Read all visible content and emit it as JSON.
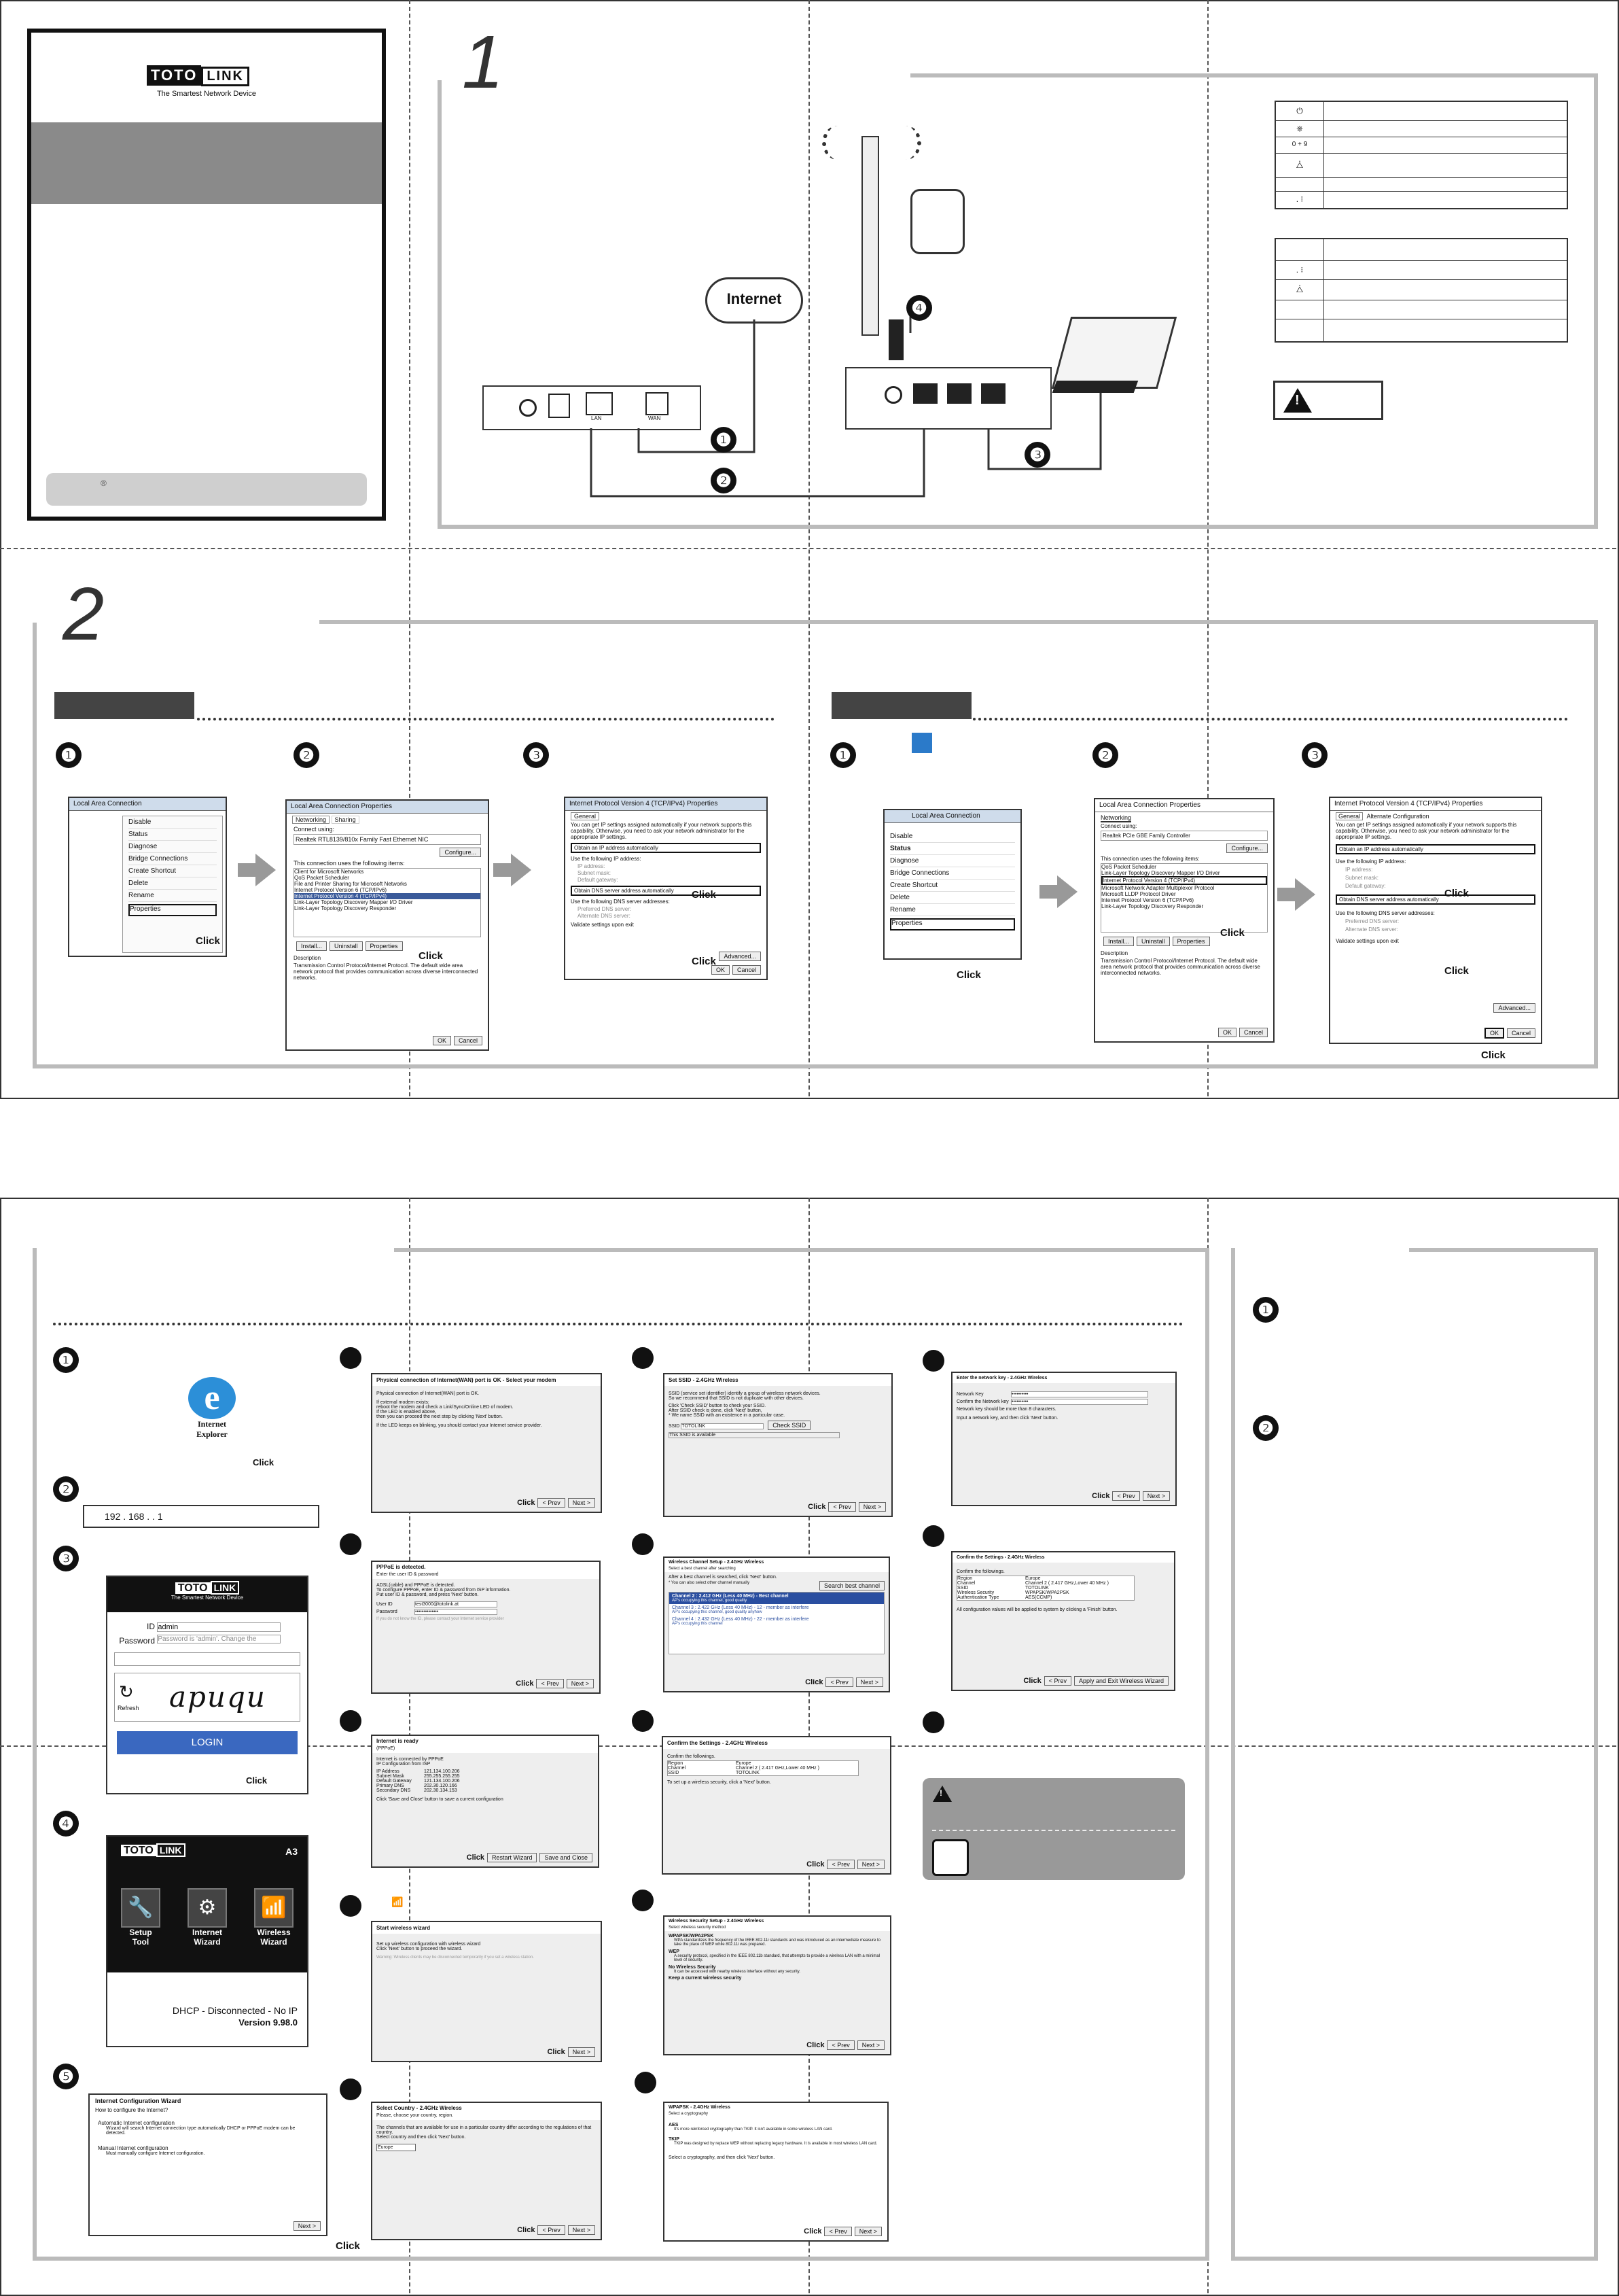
{
  "cover": {
    "brand_left": "TOTO",
    "brand_right": "LINK",
    "tagline": "The Smartest Network Device",
    "footer_mark": "®"
  },
  "section1": {
    "number": "1",
    "internet_label": "Internet",
    "markers": [
      "❶",
      "❷",
      "❸",
      "❹"
    ],
    "router_back_labels": [
      "LAN",
      "WAN"
    ],
    "hw_table1_icons": [
      "⏻",
      "⎈",
      "0 + 9",
      "⧊",
      "",
      ". ⁝"
    ],
    "hw_table2_icons": [
      "",
      ". ⁝",
      "⧊",
      "",
      ""
    ],
    "warning_icon": "!"
  },
  "section2": {
    "number": "2",
    "win7": {
      "steps": [
        "❶",
        "❷",
        "❸"
      ],
      "shot1": {
        "title": "Local Area Connection",
        "items": [
          "Disable",
          "Status",
          "Diagnose",
          "Bridge Connections",
          "Create Shortcut",
          "Delete",
          "Rename",
          "Properties"
        ],
        "click": "Click"
      },
      "shot2": {
        "title": "Local Area Connection Properties",
        "tabs": [
          "Networking",
          "Sharing"
        ],
        "connect_using": "Connect using:",
        "adapter": "Realtek RTL8139/810x Family Fast Ethernet NIC",
        "configure": "Configure...",
        "items_label": "This connection uses the following items:",
        "items": [
          "Client for Microsoft Networks",
          "QoS Packet Scheduler",
          "File and Printer Sharing for Microsoft Networks",
          "Internet Protocol Version 6 (TCP/IPv6)",
          "Internet Protocol Version 4 (TCP/IPv4)",
          "Link-Layer Topology Discovery Mapper I/O Driver",
          "Link-Layer Topology Discovery Responder"
        ],
        "buttons": [
          "Install...",
          "Uninstall",
          "Properties"
        ],
        "description_label": "Description",
        "description": "Transmission Control Protocol/Internet Protocol. The default wide area network protocol that provides communication across diverse interconnected networks.",
        "ok": "OK",
        "cancel": "Cancel",
        "click": "Click"
      },
      "shot3": {
        "title": "Internet Protocol Version 4 (TCP/IPv4) Properties",
        "tab": "General",
        "intro": "You can get IP settings assigned automatically if your network supports this capability. Otherwise, you need to ask your network administrator for the appropriate IP settings.",
        "opt1": "Obtain an IP address automatically",
        "opt2": "Use the following IP address:",
        "fields": [
          "IP address:",
          "Subnet mask:",
          "Default gateway:"
        ],
        "opt3": "Obtain DNS server address automatically",
        "opt4": "Use the following DNS server addresses:",
        "dns_fields": [
          "Preferred DNS server:",
          "Alternate DNS server:"
        ],
        "validate": "Validate settings upon exit",
        "advanced": "Advanced...",
        "ok": "OK",
        "cancel": "Cancel",
        "click1": "Click",
        "click2": "Click"
      }
    },
    "win10": {
      "steps": [
        "❶",
        "❷",
        "❸"
      ],
      "shot1": {
        "title": "Local Area Connection",
        "items": [
          "Disable",
          "Status",
          "Diagnose",
          "Bridge Connections",
          "Create Shortcut",
          "Delete",
          "Rename",
          "Properties"
        ],
        "click": "Click"
      },
      "shot2": {
        "title": "Local Area Connection Properties",
        "tab": "Networking",
        "connect_using": "Connect using:",
        "adapter": "Realtek PCIe GBE Family Controller",
        "configure": "Configure...",
        "items_label": "This connection uses the following items:",
        "items": [
          "QoS Packet Scheduler",
          "Link-Layer Topology Discovery Mapper I/O Driver",
          "Internet Protocol Version 4 (TCP/IPv4)",
          "Microsoft Network Adapter Multiplexor Protocol",
          "Microsoft LLDP Protocol Driver",
          "Internet Protocol Version 6 (TCP/IPv6)",
          "Link-Layer Topology Discovery Responder"
        ],
        "buttons": [
          "Install...",
          "Uninstall",
          "Properties"
        ],
        "description_label": "Description",
        "description": "Transmission Control Protocol/Internet Protocol. The default wide area network protocol that provides communication across diverse interconnected networks.",
        "ok": "OK",
        "cancel": "Cancel",
        "click": "Click"
      },
      "shot3": {
        "title": "Internet Protocol Version 4 (TCP/IPv4) Properties",
        "tabs": [
          "General",
          "Alternate Configuration"
        ],
        "intro": "You can get IP settings assigned automatically if your network supports this capability. Otherwise, you need to ask your network administrator for the appropriate IP settings.",
        "opt1": "Obtain an IP address automatically",
        "opt2": "Use the following IP address:",
        "fields": [
          "IP address:",
          "Subnet mask:",
          "Default gateway:"
        ],
        "opt3": "Obtain DNS server address automatically",
        "opt4": "Use the following DNS server addresses:",
        "dns_fields": [
          "Preferred DNS server:",
          "Alternate DNS server:"
        ],
        "validate": "Validate settings upon exit",
        "advanced": "Advanced...",
        "ok": "OK",
        "cancel": "Cancel",
        "click1": "Click",
        "click2": "Click",
        "click3": "Click"
      }
    }
  },
  "page2": {
    "left_steps": {
      "step1": {
        "num": "❶",
        "ie_label_line1": "Internet",
        "ie_label_line2": "Explorer",
        "click": "Click"
      },
      "step2": {
        "num": "❷",
        "address": "192 . 168 . . 1"
      },
      "step3": {
        "num": "❸",
        "brand_left": "TOTO",
        "brand_right": "LINK",
        "tagline": "The Smartest Network Device",
        "id_label": "ID",
        "id_value": "admin",
        "pw_label": "Password",
        "pw_placeholder": "Password is 'admin'. Change the",
        "refresh": "Refresh",
        "captcha": "apuqu",
        "login": "LOGIN",
        "click": "Click"
      },
      "step4": {
        "num": "❹",
        "brand_left": "TOTO",
        "brand_right": "LINK",
        "model": "A3",
        "tiles": [
          {
            "l1": "Setup",
            "l2": "Tool"
          },
          {
            "l1": "Internet",
            "l2": "Wizard"
          },
          {
            "l1": "Wireless",
            "l2": "Wizard"
          }
        ],
        "status": "DHCP - Disconnected - No IP",
        "version": "Version 9.98.0"
      },
      "step5": {
        "num": "❺",
        "title": "Internet Configuration Wizard",
        "subtitle": "How to configure the Internet?",
        "opt1": "Automatic Internet configuration",
        "opt1_desc": "Wizard will search Internet connection type automatically DHCP or PPPoE modem can be detected.",
        "opt2": "Manual Internet configuration",
        "opt2_desc": "Must manually configure Internet configuration.",
        "next": "Next >",
        "click": "Click"
      }
    },
    "col2": [
      {
        "title": "Physical connection of Internet(WAN) port is OK - Select your modem",
        "lines": [
          "Physical connection of Internet(WAN) port is OK.",
          "If external modem exists:",
          "reboot the modem and check a Link/Sync/Online LED of modem.",
          "If the LED is enabled above,",
          "then you can proceed the next step by clicking 'Next' button.",
          "If the LED keeps on blinking, you should contact your Internet service provider."
        ],
        "buttons": [
          "< Prev",
          "Next >"
        ],
        "click": "Click"
      },
      {
        "title": "PPPoE is detected.",
        "subtitle": "Enter the user ID & password",
        "lines": [
          "ADSL(cable) and PPPoE is detected.",
          "To configure PPPoE, enter ID & password from ISP information.",
          "Put user ID & password, and press 'Next' button."
        ],
        "fields": [
          {
            "label": "User ID",
            "value": "test3000@totolink.at"
          },
          {
            "label": "Password",
            "value": "••••••••••••••"
          }
        ],
        "note": "If you do not know the ID, please contact your Internet service provider",
        "buttons": [
          "< Prev",
          "Next >"
        ],
        "click": "Click"
      },
      {
        "title": "Internet is ready",
        "subtitle": "(PPPoE)",
        "lines": [
          "Internet is connected by PPPoE",
          "IP Configuration from ISP"
        ],
        "kv": [
          [
            "IP Address",
            "121.134.100.206"
          ],
          [
            "Subnet Mask",
            "255.255.255.255"
          ],
          [
            "Default Gateway",
            "121.134.100.206"
          ],
          [
            "Primary DNS",
            "202.30.120.166"
          ],
          [
            "Secondary DNS",
            "202.30.134.153"
          ]
        ],
        "tail": "Click 'Save and Close' button to save a current configuration",
        "buttons": [
          "Restart Wizard",
          "Save and Close"
        ],
        "click": "Click"
      },
      {
        "title": "Start wireless wizard",
        "lines": [
          "Set up wireless configuration with wireless wizard",
          "Click 'Next' button to proceed the wizard.",
          "Warning: Wireless clients may be disconnected temporarily if you set a wireless station."
        ],
        "buttons": [
          "Next >"
        ],
        "click": "Click",
        "icon": "📶"
      },
      {
        "title": "Select Country - 2.4GHz Wireless",
        "subtitle": "Please, choose your country, region.",
        "lines": [
          "The channels that are available for use in a particular country differ according to the regulations of that country.",
          "Select country and then click 'Next' button."
        ],
        "select": "Europe",
        "buttons": [
          "< Prev",
          "Next >"
        ],
        "click": "Click"
      }
    ],
    "col3": [
      {
        "title": "Set SSID - 2.4GHz Wireless",
        "lines": [
          "SSID (service set identifier) identify a group of wireless network devices.",
          "So we recommend that SSID is not duplicate with other devices.",
          "Click 'Check SSID' button to check your SSID.",
          "After SSID check is done, click 'Next' button.",
          "* We name SSID with an existence in a particular case."
        ],
        "ssid_label": "SSID",
        "ssid_value": "TOTOLINK",
        "check": "Check SSID",
        "avail": "This SSID is available",
        "buttons": [
          "< Prev",
          "Next >"
        ],
        "click": "Click"
      },
      {
        "title": "Wireless Channel Setup - 2.4GHz Wireless",
        "subtitle": "Select a best channel after searching",
        "note": "After a best channel is searched, click 'Next' button.",
        "header": "* You can also select other channel manually",
        "search": "Search best channel",
        "rows": [
          {
            "name": "Channel 2 : 2.412 GHz (Less 40 MHz) - Best channel",
            "sub": "AP's occupying this channel, good quality",
            "sel": true
          },
          {
            "name": "Channel 3 : 2.422 GHz (Less 40 MHz) - 12 - member as interfere",
            "sub": "AP's occupying this channel, good quality anyhow",
            "sel": false
          },
          {
            "name": "Channel 4 : 2.432 GHz (Less 40 MHz) - 22 - member as interfere",
            "sub": "AP's occupying this channel",
            "sel": false
          }
        ],
        "buttons": [
          "< Prev",
          "Next >"
        ],
        "click": "Click"
      },
      {
        "title": "Confirm the Settings - 2.4GHz Wireless",
        "lines": [
          "Confirm the followings."
        ],
        "kv": [
          [
            "Region",
            "Europe"
          ],
          [
            "Channel",
            "Channel 2 ( 2.417 GHz,Lower 40 MHz )"
          ],
          [
            "SSID",
            "TOTOLINK"
          ]
        ],
        "tail": "To set up a wireless security, click a 'Next' button.",
        "buttons": [
          "< Prev",
          "Next >"
        ],
        "click": "Click"
      },
      {
        "title": "Wireless Security Setup - 2.4GHz Wireless",
        "subtitle": "Select wireless security method",
        "opts": [
          {
            "name": "WPAPSK/WPA2PSK",
            "desc": "WPA standardizes the frequency of the IEEE 802.11i standards and was introduced as an intermediate measure to take the place of WEP while 802.11i was prepared.",
            "sel": true
          },
          {
            "name": "WEP",
            "desc": "A security protocol, specified in the IEEE 802.11b standard, that attempts to provide a wireless LAN with a minimal level of security.",
            "sel": false
          },
          {
            "name": "No Wireless Security",
            "desc": "It can be accessed with nearby wireless interface without any security.",
            "sel": false
          },
          {
            "name": "Keep a current wireless security",
            "desc": "",
            "sel": false
          }
        ],
        "buttons": [
          "< Prev",
          "Next >"
        ],
        "click": "Click"
      },
      {
        "title": "WPAPSK - 2.4GHz Wireless",
        "subtitle": "Select a cryptography",
        "opts": [
          {
            "name": "AES",
            "desc": "It's more reinforced cryptography than TKIP. It isn't available in some wireless LAN card.",
            "sel": true
          },
          {
            "name": "TKIP",
            "desc": "TKIP was designed by replace WEP without replacing legacy hardware. It is available in most wireless LAN card.",
            "sel": false
          }
        ],
        "tail": "Select a cryptography, and then click 'Next' button.",
        "buttons": [
          "< Prev",
          "Next >"
        ],
        "click": "Click"
      }
    ],
    "col4": [
      {
        "title": "Enter the network key - 2.4GHz Wireless",
        "fields": [
          {
            "label": "Network Key",
            "value": "••••••••••"
          },
          {
            "label": "Confirm the Network key",
            "value": "••••••••••"
          }
        ],
        "lines": [
          "Network key should be more than 8 characters.",
          "Input a network key, and then click 'Next' button."
        ],
        "buttons": [
          "< Prev",
          "Next >"
        ],
        "click": "Click"
      },
      {
        "title": "Confirm the Settings - 2.4GHz Wireless",
        "lines": [
          "Confirm the followings."
        ],
        "kv": [
          [
            "Region",
            "Europe"
          ],
          [
            "Channel",
            "Channel 2 ( 2.417 GHz,Lower 40 MHz )"
          ],
          [
            "SSID",
            "TOTOLINK"
          ],
          [
            "Wireless Security",
            "WPAPSK/WPA2PSK"
          ],
          [
            "Authentication Type",
            "AES(CCMP)"
          ]
        ],
        "tail": "All configuration values will be applied to system by clicking a 'Finish' button.",
        "buttons": [
          "< Prev",
          "Apply and Exit Wireless Wizard"
        ],
        "click": "Click"
      }
    ],
    "warn_icon": "!",
    "right_steps": [
      "❶",
      "❷"
    ]
  }
}
